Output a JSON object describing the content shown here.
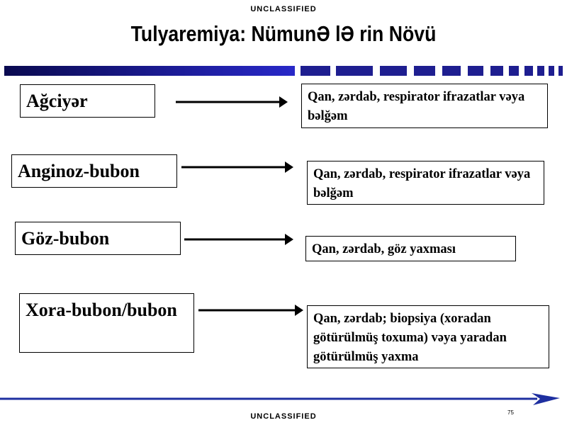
{
  "classification_top": "UNCLASSIFIED",
  "classification_bottom": "UNCLASSIFIED",
  "title": "Tulyaremiya: NümunƏ lƏ rin Növü",
  "rows": [
    {
      "form": "Ağciyər",
      "samples": "Qan, zərdab, respirator ifrazatlar vəya bəlğəm"
    },
    {
      "form": "Anginoz-bubon",
      "samples": "Qan, zərdab, respirator ifrazatlar vəya bəlğəm"
    },
    {
      "form": "Göz-bubon",
      "samples": "Qan, zərdab, göz yaxması"
    },
    {
      "form": "Xora-bubon/bubon",
      "samples": "Qan, zərdab; biopsiya (xoradan götürülmüş toxuma) vəya yaradan götürülmüş yaxma"
    }
  ],
  "page_number": "75",
  "colors": {
    "header_blue": "#2828c8",
    "arrow_blue": "#1e2fa0"
  }
}
